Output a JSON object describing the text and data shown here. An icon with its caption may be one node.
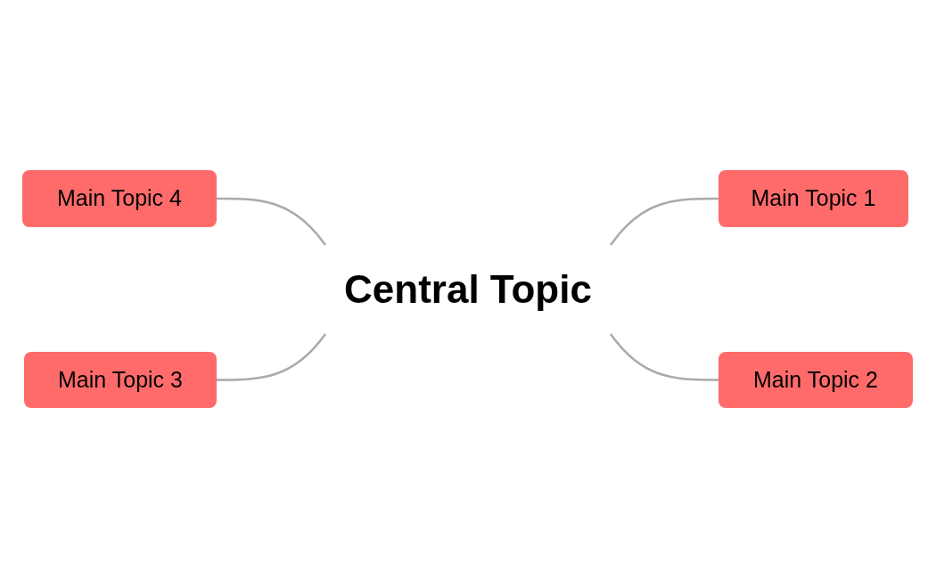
{
  "diagram": {
    "nodes": [
      {
        "text": [
          "Central Topic"
        ]
      },
      {
        "text": [
          "Main Topic 1"
        ]
      },
      {
        "text": [
          "Main Topic 2"
        ]
      },
      {
        "text": [
          "Main Topic 3"
        ]
      },
      {
        "text": [
          "Main Topic 4"
        ]
      }
    ],
    "edges": [
      {
        "from": 0,
        "to": 1,
        "arrow": "none"
      },
      {
        "from": 0,
        "to": 2,
        "arrow": "none"
      },
      {
        "from": 0,
        "to": 3,
        "arrow": "none"
      },
      {
        "from": 0,
        "to": 4,
        "arrow": "none"
      }
    ]
  }
}
